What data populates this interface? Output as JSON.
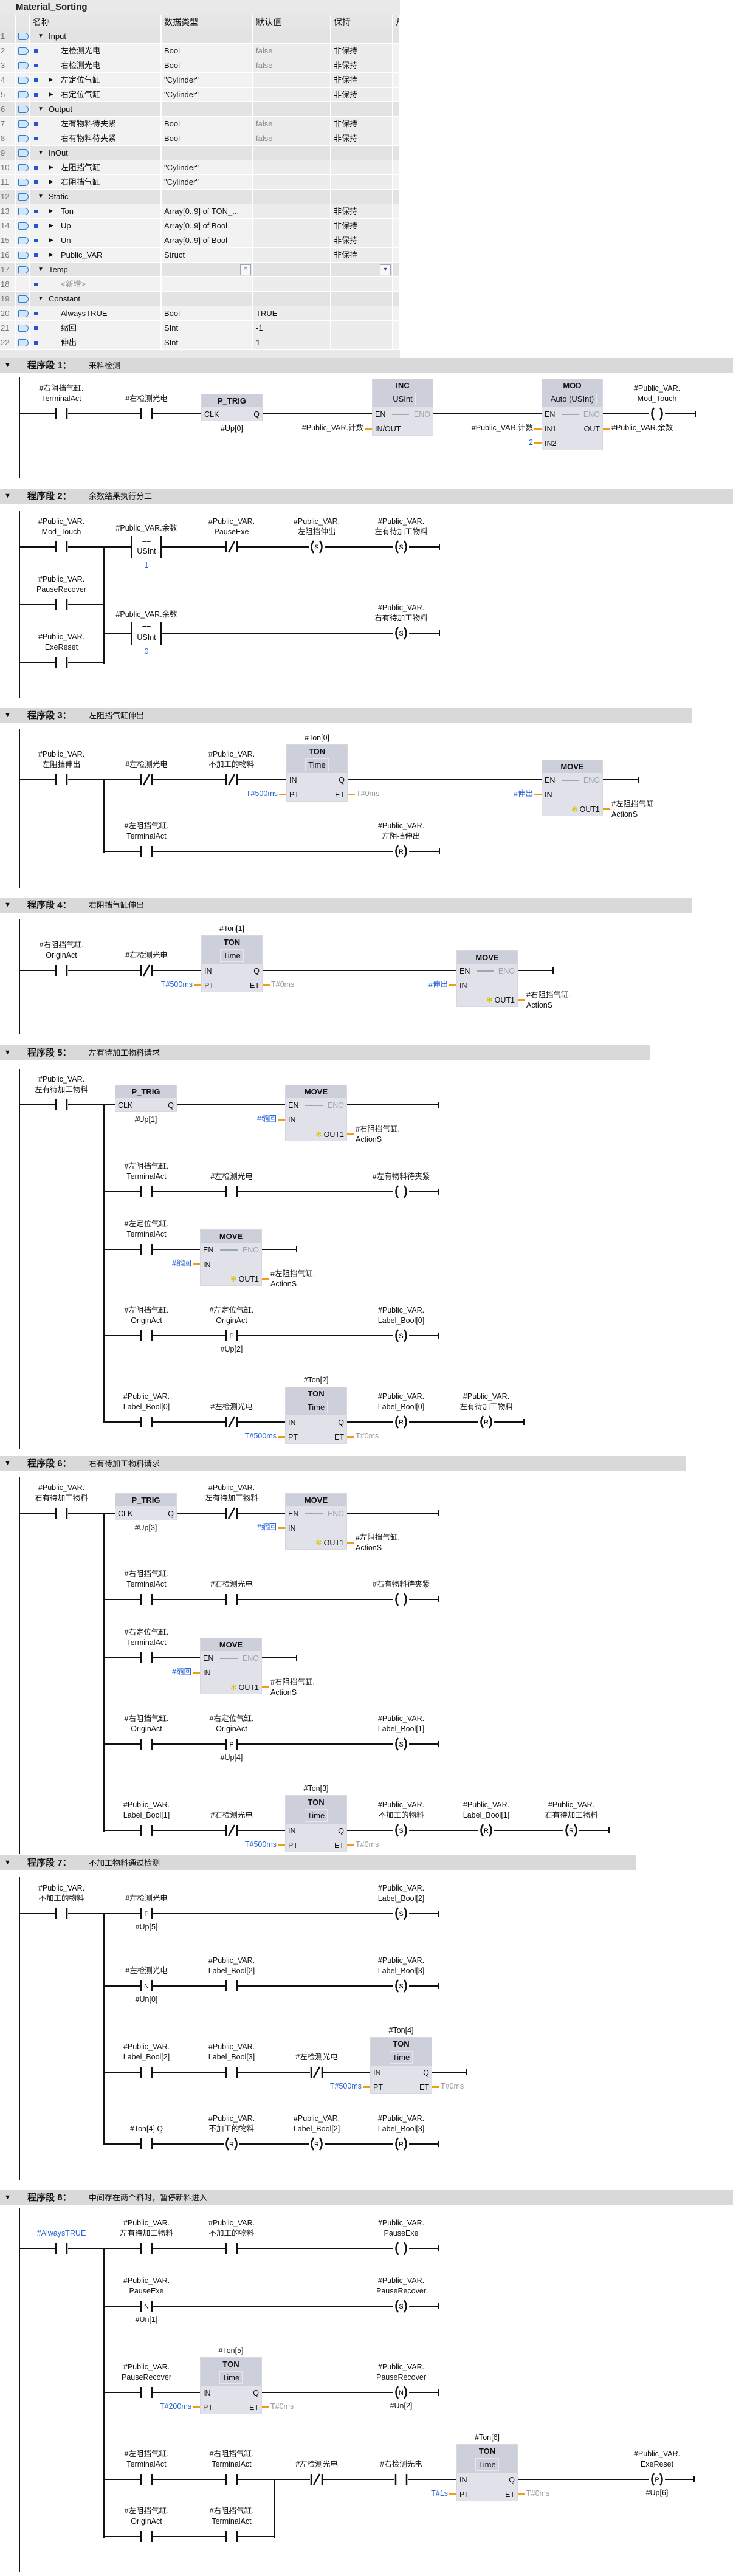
{
  "table": {
    "title": "Material_Sorting",
    "columns": [
      "名称",
      "数据类型",
      "默认值",
      "保持",
      "从"
    ],
    "rows": [
      {
        "n": "1",
        "name": "Input",
        "section": true
      },
      {
        "n": "2",
        "name": "左检测光电",
        "type": "Bool",
        "default": "false",
        "retain": "非保持"
      },
      {
        "n": "3",
        "name": "右检测光电",
        "type": "Bool",
        "default": "false",
        "retain": "非保持"
      },
      {
        "n": "4",
        "name": "左定位气缸",
        "type": "\"Cylinder\"",
        "retain": "非保持",
        "expand": true
      },
      {
        "n": "5",
        "name": "右定位气缸",
        "type": "\"Cylinder\"",
        "retain": "非保持",
        "expand": true
      },
      {
        "n": "6",
        "name": "Output",
        "section": true
      },
      {
        "n": "7",
        "name": "左有物料待夹紧",
        "type": "Bool",
        "default": "false",
        "retain": "非保持"
      },
      {
        "n": "8",
        "name": "右有物料待夹紧",
        "type": "Bool",
        "default": "false",
        "retain": "非保持"
      },
      {
        "n": "9",
        "name": "InOut",
        "section": true
      },
      {
        "n": "10",
        "name": "左阻挡气缸",
        "type": "\"Cylinder\"",
        "expand": true
      },
      {
        "n": "11",
        "name": "右阻挡气缸",
        "type": "\"Cylinder\"",
        "expand": true
      },
      {
        "n": "12",
        "name": "Static",
        "section": true
      },
      {
        "n": "13",
        "name": "Ton",
        "type": "Array[0..9] of TON_...",
        "retain": "非保持",
        "expand": true
      },
      {
        "n": "14",
        "name": "Up",
        "type": "Array[0..9] of Bool",
        "retain": "非保持",
        "expand": true
      },
      {
        "n": "15",
        "name": "Un",
        "type": "Array[0..9] of Bool",
        "retain": "非保持",
        "expand": true
      },
      {
        "n": "16",
        "name": "Public_VAR",
        "type": "Struct",
        "retain": "非保持",
        "expand": true
      },
      {
        "n": "17",
        "name": "Temp",
        "section": true,
        "widgets": true
      },
      {
        "n": "18",
        "name": "<新增>",
        "placeholder": true
      },
      {
        "n": "19",
        "name": "Constant",
        "section": true
      },
      {
        "n": "20",
        "name": "AlwaysTRUE",
        "type": "Bool",
        "default": "TRUE"
      },
      {
        "n": "21",
        "name": "缩回",
        "type": "SInt",
        "default": "-1"
      },
      {
        "n": "22",
        "name": "伸出",
        "type": "SInt",
        "default": "1"
      }
    ]
  },
  "segment_prefix": "程序段",
  "segments": [
    {
      "number": "1：",
      "title": "来料检测",
      "elements": [
        {
          "operand": [
            "#右阻挡气缸.",
            "TerminalAct"
          ]
        },
        {
          "operand": [
            "#右检测光电"
          ]
        },
        {
          "type": "P_TRIG",
          "rows": [
            {
              "l": "CLK",
              "r": "Q"
            }
          ],
          "below": "#Up[0]"
        },
        {
          "type": "INC",
          "subtype": "USInt",
          "rows": [
            {
              "l": "EN",
              "r": "ENO"
            },
            {
              "l": "IN/OUT",
              "in": "#Public_VAR.计数"
            }
          ]
        },
        {
          "type": "MOD",
          "subtype": "Auto (USInt)",
          "rows": [
            {
              "l": "EN",
              "r": "ENO"
            },
            {
              "l": "IN1",
              "r": "OUT",
              "in": "#Public_VAR.计数",
              "out": [
                "#Public_VAR.余数"
              ]
            },
            {
              "l": "IN2",
              "in": "2",
              "inC": true
            }
          ]
        },
        {
          "operand": [
            "#Public_VAR.",
            "Mod_Touch"
          ]
        }
      ]
    },
    {
      "number": "2：",
      "title": "余数结果执行分工",
      "elements": [
        {
          "operand": [
            "#Public_VAR.",
            "Mod_Touch"
          ]
        },
        {
          "operand": [
            "#Public_VAR.余数"
          ],
          "op": "==",
          "subtype": "USInt",
          "value": "1"
        },
        {
          "operand": [
            "#Public_VAR.",
            "PauseExe"
          ]
        },
        {
          "operand": [
            "#Public_VAR.",
            "左阻挡伸出"
          ]
        },
        {
          "operand": [
            "#Public_VAR.",
            "左有待加工物料"
          ]
        },
        {
          "operand": [
            "#Public_VAR.",
            "PauseRecover"
          ]
        },
        {
          "operand": [
            "#Public_VAR.",
            "ExeReset"
          ]
        },
        {
          "operand": [
            "#Public_VAR.余数"
          ],
          "op": "==",
          "subtype": "USInt",
          "value": "0"
        },
        {
          "operand": [
            "#Public_VAR.",
            "右有待加工物料"
          ]
        }
      ]
    },
    {
      "number": "3：",
      "title": "左阻挡气缸伸出",
      "elements": [
        {
          "operand": [
            "#Public_VAR.",
            "左阻挡伸出"
          ]
        },
        {
          "operand": [
            "#左检测光电"
          ]
        },
        {
          "operand": [
            "#Public_VAR.",
            "不加工的物料"
          ]
        },
        {
          "instance": "#Ton[0]",
          "type": "TON",
          "subtype": "Time",
          "rows": [
            {
              "l": "IN",
              "r": "Q"
            },
            {
              "l": "PT",
              "r": "ET",
              "in": "T#500ms",
              "inC": true,
              "out": [
                "T#0ms"
              ],
              "outC": true
            }
          ]
        },
        {
          "type": "MOVE",
          "rows": [
            {
              "l": "EN",
              "r": "ENO"
            },
            {
              "l": "IN",
              "in": "#伸出",
              "inC": true
            },
            {
              "r": "OUT1",
              "out": [
                "#左阻挡气缸.",
                "ActionS"
              ]
            }
          ]
        },
        {
          "operand": [
            "#左阻挡气缸.",
            "TerminalAct"
          ]
        },
        {
          "operand": [
            "#Public_VAR.",
            "左阻挡伸出"
          ]
        }
      ]
    },
    {
      "number": "4：",
      "title": "右阻挡气缸伸出",
      "elements": [
        {
          "operand": [
            "#右阻挡气缸.",
            "OriginAct"
          ]
        },
        {
          "operand": [
            "#右检测光电"
          ]
        },
        {
          "instance": "#Ton[1]",
          "type": "TON",
          "subtype": "Time",
          "rows": [
            {
              "l": "IN",
              "r": "Q"
            },
            {
              "l": "PT",
              "r": "ET",
              "in": "T#500ms",
              "inC": true,
              "out": [
                "T#0ms"
              ],
              "outC": true
            }
          ]
        },
        {
          "type": "MOVE",
          "rows": [
            {
              "l": "EN",
              "r": "ENO"
            },
            {
              "l": "IN",
              "in": "#伸出",
              "inC": true
            },
            {
              "r": "OUT1",
              "out": [
                "#右阻挡气缸.",
                "ActionS"
              ]
            }
          ]
        }
      ]
    },
    {
      "number": "5：",
      "title": "左有待加工物料请求",
      "elements": [
        {
          "operand": [
            "#Public_VAR.",
            "左有待加工物料"
          ]
        },
        {
          "type": "P_TRIG",
          "rows": [
            {
              "l": "CLK",
              "r": "Q"
            }
          ],
          "below": "#Up[1]"
        },
        {
          "type": "MOVE",
          "rows": [
            {
              "l": "EN",
              "r": "ENO"
            },
            {
              "l": "IN",
              "in": "#缩回",
              "inC": true
            },
            {
              "r": "OUT1",
              "out": [
                "#右阻挡气缸.",
                "ActionS"
              ]
            }
          ]
        },
        {
          "operand": [
            "#左阻挡气缸.",
            "TerminalAct"
          ]
        },
        {
          "operand": [
            "#左检测光电"
          ]
        },
        {
          "operand": [
            "#左有物料待夹紧"
          ]
        },
        {
          "operand": [
            "#左定位气缸.",
            "TerminalAct"
          ]
        },
        {
          "type": "MOVE",
          "rows": [
            {
              "l": "EN",
              "r": "ENO"
            },
            {
              "l": "IN",
              "in": "#缩回",
              "inC": true
            },
            {
              "r": "OUT1",
              "out": [
                "#左阻挡气缸.",
                "ActionS"
              ]
            }
          ]
        },
        {
          "operand": [
            "#左阻挡气缸.",
            "OriginAct"
          ]
        },
        {
          "operand": [
            "#左定位气缸.",
            "OriginAct"
          ],
          "below": "#Up[2]"
        },
        {
          "operand": [
            "#Public_VAR.",
            "Label_Bool[0]"
          ]
        },
        {
          "operand": [
            "#Public_VAR.",
            "Label_Bool[0]"
          ]
        },
        {
          "operand": [
            "#左检测光电"
          ]
        },
        {
          "instance": "#Ton[2]",
          "type": "TON",
          "subtype": "Time",
          "rows": [
            {
              "l": "IN",
              "r": "Q"
            },
            {
              "l": "PT",
              "r": "ET",
              "in": "T#500ms",
              "inC": true,
              "out": [
                "T#0ms"
              ],
              "outC": true
            }
          ]
        },
        {
          "operand": [
            "#Public_VAR.",
            "Label_Bool[0]"
          ]
        },
        {
          "operand": [
            "#Public_VAR.",
            "左有待加工物料"
          ]
        }
      ]
    },
    {
      "number": "6：",
      "title": "右有待加工物料请求",
      "elements": [
        {
          "operand": [
            "#Public_VAR.",
            "右有待加工物料"
          ]
        },
        {
          "type": "P_TRIG",
          "rows": [
            {
              "l": "CLK",
              "r": "Q"
            }
          ],
          "below": "#Up[3]"
        },
        {
          "operand": [
            "#Public_VAR.",
            "左有待加工物料"
          ]
        },
        {
          "type": "MOVE",
          "rows": [
            {
              "l": "EN",
              "r": "ENO"
            },
            {
              "l": "IN",
              "in": "#缩回",
              "inC": true
            },
            {
              "r": "OUT1",
              "out": [
                "#左阻挡气缸.",
                "ActionS"
              ]
            }
          ]
        },
        {
          "operand": [
            "#右阻挡气缸.",
            "TerminalAct"
          ]
        },
        {
          "operand": [
            "#右检测光电"
          ]
        },
        {
          "operand": [
            "#右有物料待夹紧"
          ]
        },
        {
          "operand": [
            "#右定位气缸.",
            "TerminalAct"
          ]
        },
        {
          "type": "MOVE",
          "rows": [
            {
              "l": "EN",
              "r": "ENO"
            },
            {
              "l": "IN",
              "in": "#缩回",
              "inC": true
            },
            {
              "r": "OUT1",
              "out": [
                "#右阻挡气缸.",
                "ActionS"
              ]
            }
          ]
        },
        {
          "operand": [
            "#右阻挡气缸.",
            "OriginAct"
          ]
        },
        {
          "operand": [
            "#右定位气缸.",
            "OriginAct"
          ],
          "below": "#Up[4]"
        },
        {
          "operand": [
            "#Public_VAR.",
            "Label_Bool[1]"
          ]
        },
        {
          "operand": [
            "#Public_VAR.",
            "Label_Bool[1]"
          ]
        },
        {
          "operand": [
            "#右检测光电"
          ]
        },
        {
          "instance": "#Ton[3]",
          "type": "TON",
          "subtype": "Time",
          "rows": [
            {
              "l": "IN",
              "r": "Q"
            },
            {
              "l": "PT",
              "r": "ET",
              "in": "T#500ms",
              "inC": true,
              "out": [
                "T#0ms"
              ],
              "outC": true
            }
          ]
        },
        {
          "operand": [
            "#Public_VAR.",
            "不加工的物料"
          ]
        },
        {
          "operand": [
            "#Public_VAR.",
            "Label_Bool[1]"
          ]
        },
        {
          "operand": [
            "#Public_VAR.",
            "右有待加工物料"
          ]
        }
      ]
    },
    {
      "number": "7：",
      "title": "不加工物料通过检测",
      "elements": [
        {
          "operand": [
            "#Public_VAR.",
            "不加工的物料"
          ]
        },
        {
          "operand": [
            "#左检测光电"
          ],
          "below": "#Up[5]"
        },
        {
          "operand": [
            "#Public_VAR.",
            "Label_Bool[2]"
          ]
        },
        {
          "operand": [
            "#左检测光电"
          ],
          "below": "#Un[0]"
        },
        {
          "operand": [
            "#Public_VAR.",
            "Label_Bool[2]"
          ]
        },
        {
          "operand": [
            "#Public_VAR.",
            "Label_Bool[3]"
          ]
        },
        {
          "operand": [
            "#Public_VAR.",
            "Label_Bool[2]"
          ]
        },
        {
          "operand": [
            "#Public_VAR.",
            "Label_Bool[3]"
          ]
        },
        {
          "operand": [
            "#左检测光电"
          ]
        },
        {
          "instance": "#Ton[4]",
          "type": "TON",
          "subtype": "Time",
          "rows": [
            {
              "l": "IN",
              "r": "Q"
            },
            {
              "l": "PT",
              "r": "ET",
              "in": "T#500ms",
              "inC": true,
              "out": [
                "T#0ms"
              ],
              "outC": true
            }
          ]
        },
        {
          "operand": [
            "#Ton[4].Q"
          ]
        },
        {
          "operand": [
            "#Public_VAR.",
            "不加工的物料"
          ]
        },
        {
          "operand": [
            "#Public_VAR.",
            "Label_Bool[2]"
          ]
        },
        {
          "operand": [
            "#Public_VAR.",
            "Label_Bool[3]"
          ]
        }
      ]
    },
    {
      "number": "8：",
      "title": "中间存在两个料时，暂停新料进入",
      "elements": [
        {
          "operand": [
            "#AlwaysTRUE"
          ],
          "const": true
        },
        {
          "operand": [
            "#Public_VAR.",
            "左有待加工物料"
          ]
        },
        {
          "operand": [
            "#Public_VAR.",
            "不加工的物料"
          ]
        },
        {
          "operand": [
            "#Public_VAR.",
            "PauseExe"
          ]
        },
        {
          "operand": [
            "#Public_VAR.",
            "PauseExe"
          ],
          "below": "#Un[1]"
        },
        {
          "operand": [
            "#Public_VAR.",
            "PauseRecover"
          ]
        },
        {
          "operand": [
            "#Public_VAR.",
            "PauseRecover"
          ]
        },
        {
          "instance": "#Ton[5]",
          "type": "TON",
          "subtype": "Time",
          "rows": [
            {
              "l": "IN",
              "r": "Q"
            },
            {
              "l": "PT",
              "r": "ET",
              "in": "T#200ms",
              "inC": true,
              "out": [
                "T#0ms"
              ],
              "outC": true
            }
          ]
        },
        {
          "operand": [
            "#Public_VAR.",
            "PauseRecover"
          ],
          "below": "#Un[2]"
        },
        {
          "operand": [
            "#左阻挡气缸.",
            "TerminalAct"
          ]
        },
        {
          "operand": [
            "#右阻挡气缸.",
            "TerminalAct"
          ]
        },
        {
          "operand": [
            "#左检测光电"
          ]
        },
        {
          "operand": [
            "#右检测光电"
          ]
        },
        {
          "instance": "#Ton[6]",
          "type": "TON",
          "subtype": "Time",
          "rows": [
            {
              "l": "IN",
              "r": "Q"
            },
            {
              "l": "PT",
              "r": "ET",
              "in": "T#1s",
              "inC": true,
              "out": [
                "T#0ms"
              ],
              "outC": true
            }
          ]
        },
        {
          "operand": [
            "#Public_VAR.",
            "ExeReset"
          ],
          "below": "#Up[6]"
        },
        {
          "operand": [
            "#左阻挡气缸.",
            "OriginAct"
          ]
        },
        {
          "operand": [
            "#右阻挡气缸.",
            "TerminalAct"
          ]
        }
      ]
    }
  ],
  "colors": {
    "constant": "#2a64d8",
    "connector": "#f39c12",
    "box_header": "#cdcfda",
    "box_body": "#e1e2e9",
    "segment_header": "#d9d9d9"
  }
}
